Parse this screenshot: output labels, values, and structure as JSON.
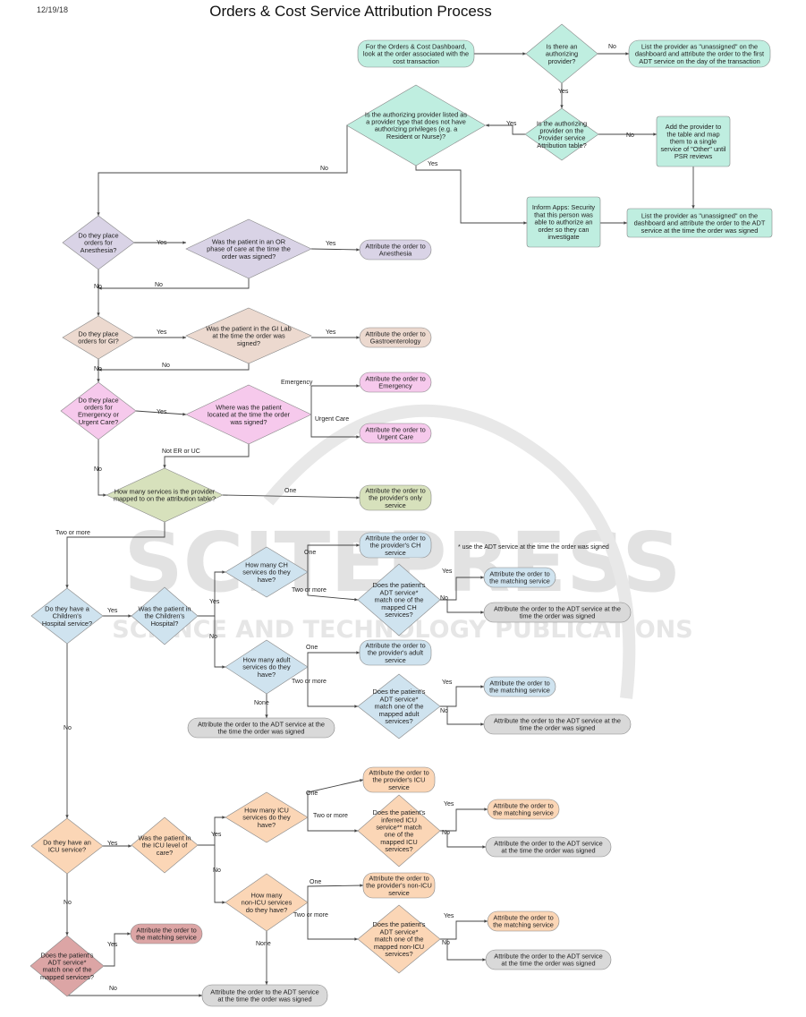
{
  "header": {
    "date": "12/19/18",
    "title": "Orders & Cost Service Attribution Process"
  },
  "watermark": {
    "main": "SCITEPRESS",
    "sub": "SCIENCE AND TECHNOLOGY PUBLICATIONS"
  },
  "footnote": "* use the ADT service at the time the order was signed",
  "colors": {
    "teal": "#bfeee0",
    "purple": "#d9d3e6",
    "tan": "#ecd9cf",
    "pink": "#f6c9ec",
    "olive": "#d7e1bc",
    "blue": "#cfe3ef",
    "orange": "#fbd6b6",
    "red": "#dca5a5",
    "gray": "#d9d9d9"
  },
  "nodes": {
    "start": {
      "lines": [
        "For the Orders & Cost Dashboard,",
        "look at the order associated with the",
        "cost transaction"
      ]
    },
    "q_auth": {
      "lines": [
        "Is there an",
        "authorizing",
        "provider?"
      ]
    },
    "unassigned_first": {
      "lines": [
        "List the provider as \"unassigned\" on the",
        "dashboard and attribute the order to the first",
        "ADT service on the day of the transaction"
      ]
    },
    "q_on_table": {
      "lines": [
        "Is the authorizing",
        "provider on the",
        "Provider service",
        "Attribution table?"
      ]
    },
    "add_provider": {
      "lines": [
        "Add the provider to",
        "the table and map",
        "them to a single",
        "service of \"Other\" until",
        "PSR reviews"
      ]
    },
    "q_type": {
      "lines": [
        "Is the authorizing provider listed as",
        "a provider type that does not have",
        "authorizing privileges (e.g. a",
        "Resident or Nurse)?"
      ]
    },
    "inform": {
      "lines": [
        "Inform Apps: Security",
        "that this person was",
        "able to authorize an",
        "order so they can",
        "investigate"
      ]
    },
    "unassigned_signed": {
      "lines": [
        "List the provider as \"unassigned\" on the",
        "dashboard and attribute the order to the ADT",
        "service at the time the order was signed"
      ]
    },
    "q_anes": {
      "lines": [
        "Do they place",
        "orders for",
        "Anesthesia?"
      ]
    },
    "q_or": {
      "lines": [
        "Was the patient in an OR",
        "phase of care at the time the",
        "order was signed?"
      ]
    },
    "a_anes": {
      "lines": [
        "Attribute the order to",
        "Anesthesia"
      ]
    },
    "q_gi": {
      "lines": [
        "Do they place",
        "orders for GI?"
      ]
    },
    "q_gilab": {
      "lines": [
        "Was the patient in the GI Lab",
        "at the time the order was",
        "signed?"
      ]
    },
    "a_gi": {
      "lines": [
        "Attribute the order to",
        "Gastroenterology"
      ]
    },
    "q_er": {
      "lines": [
        "Do they place",
        "orders for",
        "Emergency or",
        "Urgent Care?"
      ]
    },
    "q_where": {
      "lines": [
        "Where was the patient",
        "located at the time the order",
        "was signed?"
      ]
    },
    "a_em": {
      "lines": [
        "Attribute the order to",
        "Emergency"
      ]
    },
    "a_uc": {
      "lines": [
        "Attribute the order to",
        "Urgent Care"
      ]
    },
    "q_services": {
      "lines": [
        "How many services is the provider",
        "mapped to on the attribution table?"
      ]
    },
    "a_only": {
      "lines": [
        "Attribute the order to",
        "the provider's only",
        "service"
      ]
    },
    "q_ch": {
      "lines": [
        "Do they have a",
        "Children's",
        "Hospital service?"
      ]
    },
    "q_inch": {
      "lines": [
        "Was the patient in",
        "the Children's",
        "Hospital?"
      ]
    },
    "q_chsvc": {
      "lines": [
        "How many CH",
        "services do they",
        "have?"
      ]
    },
    "a_chsvc": {
      "lines": [
        "Attribute the order to",
        "the provider's CH",
        "service"
      ]
    },
    "q_chmatch": {
      "lines": [
        "Does the patient's",
        "ADT service*",
        "match one of the",
        "mapped CH",
        "services?"
      ]
    },
    "a_chmatch": {
      "lines": [
        "Attribute the order to",
        "the matching service"
      ]
    },
    "a_chadt": {
      "lines": [
        "Attribute the order to the ADT service at the",
        "time the order was signed"
      ]
    },
    "q_adsvc": {
      "lines": [
        "How many adult",
        "services do they",
        "have?"
      ]
    },
    "a_adsvc": {
      "lines": [
        "Attribute the order to",
        "the provider's adult",
        "service"
      ]
    },
    "q_admatch": {
      "lines": [
        "Does the patient's",
        "ADT service*",
        "match one of the",
        "mapped adult",
        "services?"
      ]
    },
    "a_admatch": {
      "lines": [
        "Attribute the order to",
        "the matching service"
      ]
    },
    "a_adadt": {
      "lines": [
        "Attribute the order to the ADT service at the",
        "time the order was signed"
      ]
    },
    "a_adnone": {
      "lines": [
        "Attribute the order to the ADT service at the",
        "the time the order was signed"
      ]
    },
    "q_icu": {
      "lines": [
        "Do they have an",
        "ICU service?"
      ]
    },
    "q_inicu": {
      "lines": [
        "Was the patient in",
        "the ICU level of",
        "care?"
      ]
    },
    "q_icusvc": {
      "lines": [
        "How many ICU",
        "services do they",
        "have?"
      ]
    },
    "a_icusvc": {
      "lines": [
        "Attribute the order to",
        "the provider's ICU",
        "service"
      ]
    },
    "q_icumatch": {
      "lines": [
        "Does the patient's",
        "inferred ICU",
        "service** match",
        "one of the",
        "mapped ICU",
        "services?"
      ]
    },
    "a_icumatch": {
      "lines": [
        "Attribute the order to",
        "the matching service"
      ]
    },
    "a_icuadt": {
      "lines": [
        "Attribute the order to the ADT service",
        "at the time the order was signed"
      ]
    },
    "q_nicusvc": {
      "lines": [
        "How many",
        "non-ICU services",
        "do they have?"
      ]
    },
    "a_nicusvc": {
      "lines": [
        "Attribute the order to",
        "the provider's non-ICU",
        "service"
      ]
    },
    "q_nicumatch": {
      "lines": [
        "Does the patient's",
        "ADT service*",
        "match one of the",
        "mapped non-ICU",
        "services?"
      ]
    },
    "a_nicumatch": {
      "lines": [
        "Attribute the order to",
        "the matching service"
      ]
    },
    "a_nicuadt": {
      "lines": [
        "Attribute the order to the ADT service",
        "at the time the order was signed"
      ]
    },
    "q_match": {
      "lines": [
        "Does the patient's",
        "ADT service*",
        "match one of the",
        "mapped services?"
      ]
    },
    "a_match": {
      "lines": [
        "Attribute the order to",
        "the matching service"
      ]
    },
    "a_final": {
      "lines": [
        "Attribute the order to the ADT service",
        "at the time the order was signed"
      ]
    }
  },
  "edge_labels": {
    "no": "No",
    "yes": "Yes",
    "one": "One",
    "two_or_more": "Two or more",
    "none": "None",
    "emergency": "Emergency",
    "urgent_care": "Urgent Care",
    "not_er_uc": "Not ER or UC"
  }
}
